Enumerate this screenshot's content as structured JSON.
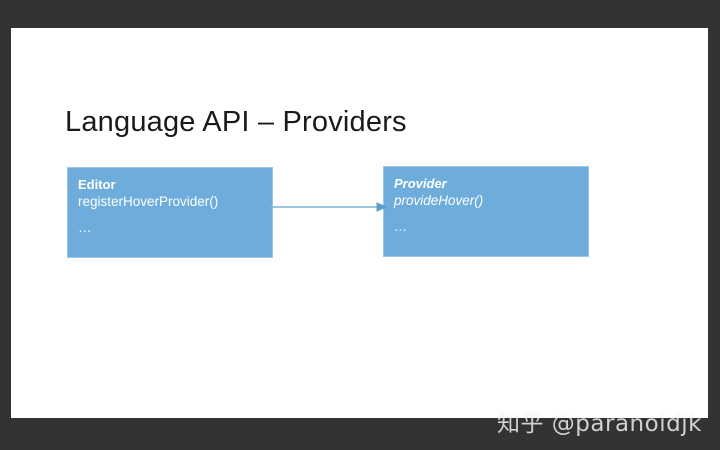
{
  "slide": {
    "title": "Language API – Providers",
    "background_color": "#FFFFFF",
    "frame_color": "#333333"
  },
  "diagram": {
    "accent_color": "#6EADDB",
    "border_color": "#9CC8E4",
    "arrow_color": "#5E9FC9",
    "nodes": [
      {
        "id": "editor",
        "title": "Editor",
        "method": "registerHoverProvider()",
        "ellipsis": "…",
        "style": "normal"
      },
      {
        "id": "provider",
        "title": "Provider",
        "method": "provideHover()",
        "ellipsis": "…",
        "style": "italic"
      }
    ],
    "connector": {
      "from": "editor",
      "to": "provider",
      "direction": "right",
      "shape": "arrow"
    }
  },
  "watermark": {
    "text": "知乎 @paranoidjk"
  }
}
